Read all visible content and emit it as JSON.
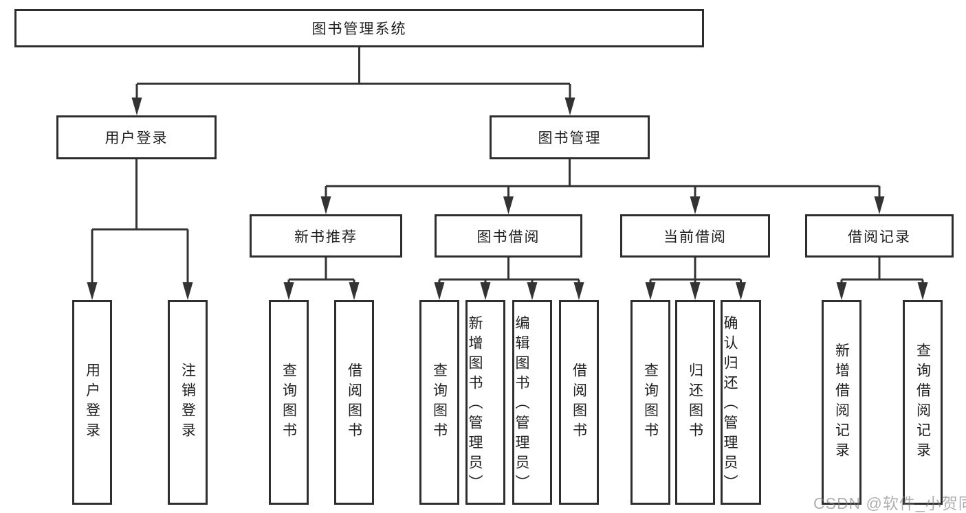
{
  "colors": {
    "line": "#333333",
    "box_border": "#2e2e2e",
    "text": "#1f1f1f",
    "watermark": "#7d7d7d"
  },
  "nodes": {
    "root": {
      "label": "图书管理系统"
    },
    "user_login": {
      "label": "用户登录"
    },
    "book_mgmt": {
      "label": "图书管理"
    },
    "new_book_rec": {
      "label": "新书推荐"
    },
    "book_borrow": {
      "label": "图书借阅"
    },
    "current_borrow": {
      "label": "当前借阅"
    },
    "borrow_records": {
      "label": "借阅记录"
    },
    "leaf_user_login": {
      "label": "用户登录"
    },
    "leaf_logout": {
      "label": "注销登录"
    },
    "leaf_query_book_a": {
      "label": "查询图书"
    },
    "leaf_borrow_book_a": {
      "label": "借阅图书"
    },
    "leaf_query_book_b": {
      "label": "查询图书"
    },
    "leaf_add_book": {
      "label": "新增图书（管理员）"
    },
    "leaf_edit_book": {
      "label": "编辑图书（管理员）"
    },
    "leaf_borrow_book_b": {
      "label": "借阅图书"
    },
    "leaf_query_book_c": {
      "label": "查询图书"
    },
    "leaf_return_book": {
      "label": "归还图书"
    },
    "leaf_confirm_return": {
      "label": "确认归还（管理员）"
    },
    "leaf_add_record": {
      "label": "新增借阅记录"
    },
    "leaf_query_record": {
      "label": "查询借阅记录"
    }
  },
  "watermark": {
    "text": "CSDN @软件_小贺同学"
  }
}
